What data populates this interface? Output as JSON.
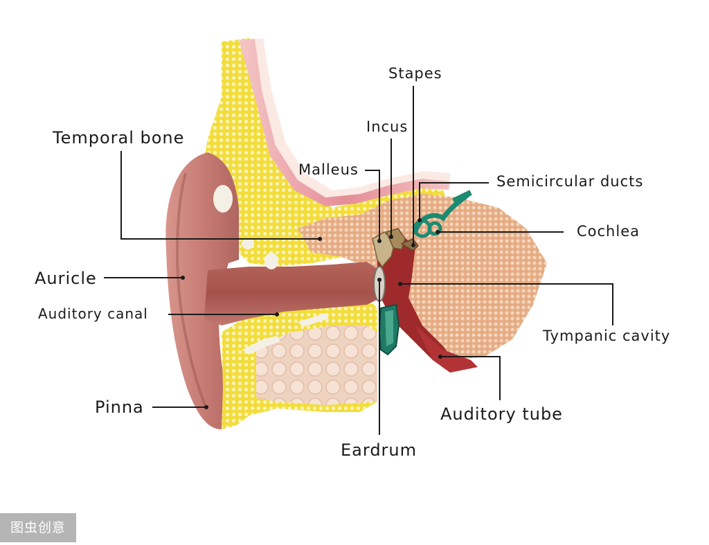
{
  "diagram": {
    "labels": {
      "temporal_bone": "Temporal bone",
      "auricle": "Auricle",
      "auditory_canal": "Auditory canal",
      "pinna": "Pinna",
      "malleus": "Malleus",
      "incus": "Incus",
      "stapes": "Stapes",
      "semicircular_ducts": "Semicircular ducts",
      "cochlea": "Cochlea",
      "tympanic_cavity": "Tympanic cavity",
      "auditory_tube": "Auditory tube",
      "eardrum": "Eardrum"
    }
  },
  "colors": {
    "bone_yellow": "#f2dd3c",
    "skin": "#c97f76",
    "canal": "#a4524a",
    "tympanic_red": "#9e2a2c",
    "spongy_bone": "#e8b58e",
    "inner_ear_teal": "#1d8a72",
    "brain_pink": "#e9a3a8",
    "tissue_beige": "#efd6c4"
  },
  "watermark": "图虫创意"
}
